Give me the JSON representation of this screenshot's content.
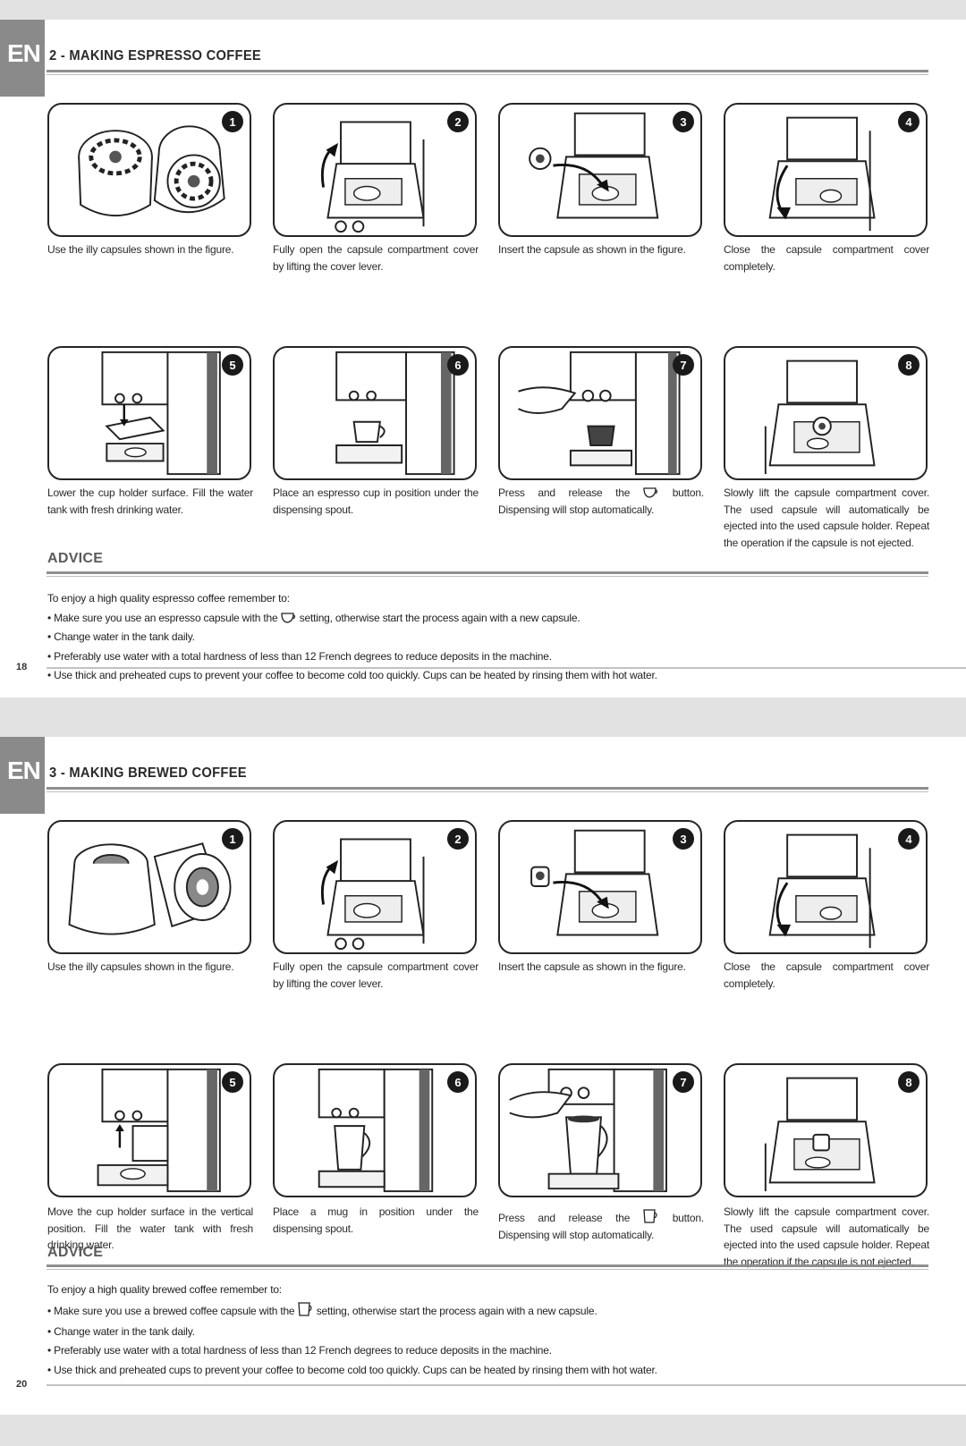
{
  "sections": [
    {
      "tab": "EN",
      "title": "2 - MAKING ESPRESSO COFFEE",
      "page_number": "18",
      "steps": [
        {
          "num": "1",
          "caption": "Use the illy capsules shown in the figure."
        },
        {
          "num": "2",
          "caption": "Fully open the capsule compartment cover by lifting the cover lever."
        },
        {
          "num": "3",
          "caption": "Insert the capsule as shown in the figure."
        },
        {
          "num": "4",
          "caption": "Close the capsule compartment cover completely."
        },
        {
          "num": "5",
          "caption": "Lower the cup holder surface. Fill the water tank with fresh drinking water."
        },
        {
          "num": "6",
          "caption": "Place an espresso cup in position under the dispensing spout."
        },
        {
          "num": "7",
          "caption_before": "Press and release the",
          "caption_after": "button. Dispensing will stop automatically."
        },
        {
          "num": "8",
          "caption": "Slowly lift the capsule compartment cover. The used capsule will automatically be ejected into the used capsule holder. Repeat the operation if the capsule is not ejected."
        }
      ],
      "advice": {
        "title": "ADVICE",
        "intro": "To enjoy a high quality espresso coffee remember to:",
        "bullet1_before": "• Make sure you use an espresso capsule with the",
        "bullet1_after": "setting, otherwise start the process again with a new capsule.",
        "bullet2": "• Change water in the tank daily.",
        "bullet3": "• Preferably use water with a total hardness of less than 12 French degrees to reduce deposits in the machine.",
        "bullet4": "• Use thick and preheated cups to prevent your coffee to become cold too quickly. Cups can be heated by rinsing them with hot water."
      }
    },
    {
      "tab": "EN",
      "title": "3 - MAKING BREWED COFFEE",
      "page_number": "20",
      "steps": [
        {
          "num": "1",
          "caption": "Use the illy capsules shown in the figure."
        },
        {
          "num": "2",
          "caption": "Fully open the capsule compartment cover by lifting the cover lever."
        },
        {
          "num": "3",
          "caption": "Insert the capsule as shown in the figure."
        },
        {
          "num": "4",
          "caption": "Close the capsule compartment cover completely."
        },
        {
          "num": "5",
          "caption": "Move the cup holder surface in the vertical position. Fill the water tank with fresh drinking water."
        },
        {
          "num": "6",
          "caption": "Place a mug in position under the dispensing spout."
        },
        {
          "num": "7",
          "caption_before": "Press and release the",
          "caption_after": "button. Dispensing will stop automatically."
        },
        {
          "num": "8",
          "caption": "Slowly lift the capsule compartment cover. The used capsule will automatically be ejected into the used capsule holder. Repeat the operation if the capsule is not ejected."
        }
      ],
      "advice": {
        "title": "ADVICE",
        "intro": "To enjoy a high quality brewed coffee remember to:",
        "bullet1_before": "• Make sure you use a brewed coffee capsule with the",
        "bullet1_after": "setting, otherwise start the process again with a new capsule.",
        "bullet2": "• Change water in the tank daily.",
        "bullet3": "• Preferably use water with a total hardness of less than 12 French degrees to reduce deposits in the machine.",
        "bullet4": "• Use thick and preheated cups to prevent your coffee to become cold too quickly. Cups can be heated by rinsing them with hot water."
      }
    }
  ],
  "icons": {
    "espresso_setting": "small-cup-icon",
    "brewed_setting": "large-cup-icon"
  }
}
